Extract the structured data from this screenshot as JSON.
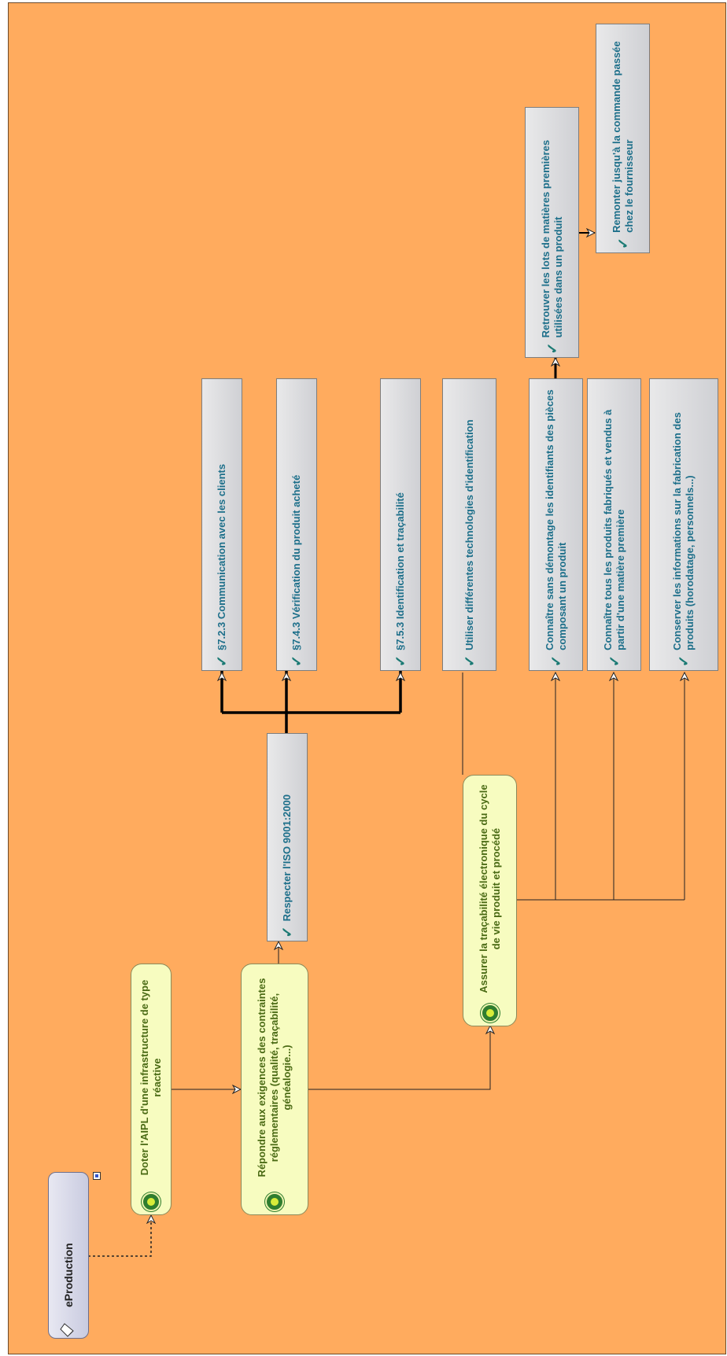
{
  "package": {
    "label": "eProduction",
    "icon": "folder-note-icon"
  },
  "goals": {
    "infra": "Doter l'AIPL d'une infrastructure de type réactive",
    "regul": "Répondre aux exigences des contraintes réglementaires (qualité, traçabilité, généalogie...)",
    "trace": "Assurer la traçabilité électronique du cycle de vie produit et procédé"
  },
  "requirements": {
    "iso": "Respecter l'ISO 9001:2000",
    "comm": "§7.2.3 Communication avec les clients",
    "verif": "§7.4.3 Vérification du produit acheté",
    "ident": "§7.5.3 Identification et traçabilité",
    "techno": "Utiliser différentes technologies d'identification",
    "demontage": "Connaître sans démontage les identifiants des pièces composant un produit",
    "produits": "Connaître tous les produits fabriqués et vendus à partir d'une matière première",
    "conserver": "Conserver les informations sur la fabrication des produits (horodatage, personnels...)",
    "lots": "Retrouver les lots de matières premières utilisées dans un produit",
    "fournisseur": "Remonter jusqu'à la commande passée chez le fournisseur"
  },
  "colors": {
    "background": "#ffab5e",
    "requirement_text": "#1d6f8a",
    "goal_text": "#4a6a14",
    "goal_fill": "#f7fcc0"
  }
}
